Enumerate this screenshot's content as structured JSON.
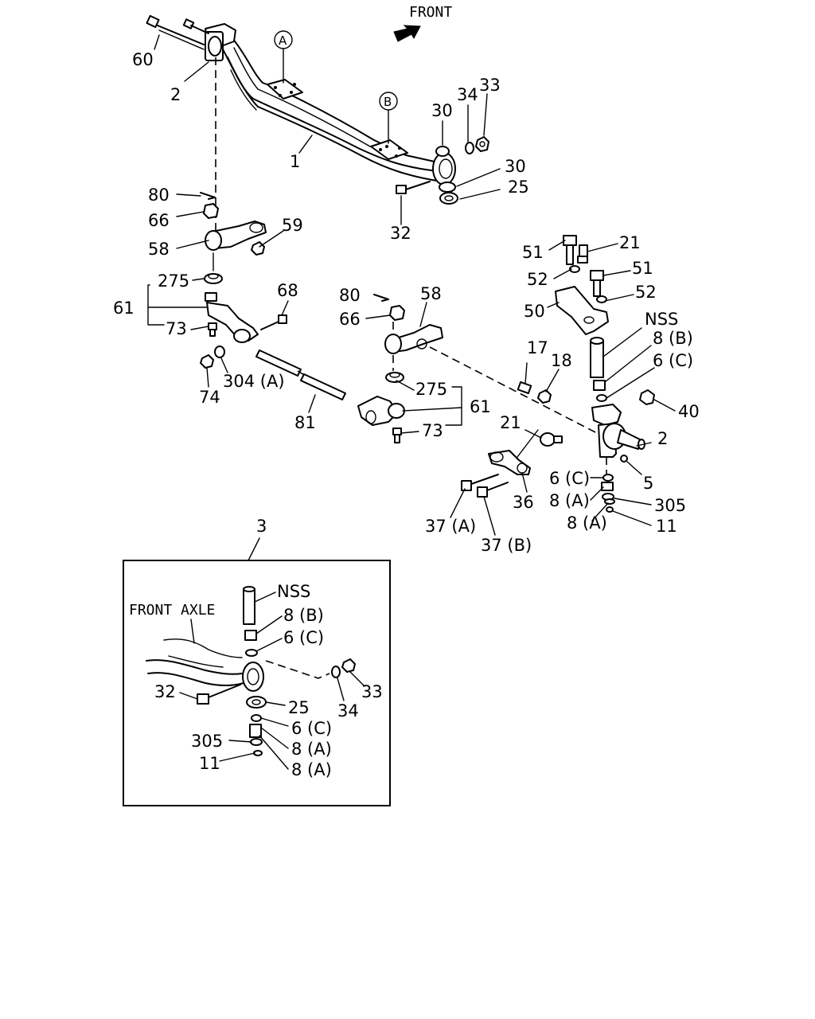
{
  "header": {
    "front_label": "FRONT"
  },
  "markers": {
    "a": "A",
    "b": "B"
  },
  "labels": [
    {
      "key": "l60",
      "text": "60"
    },
    {
      "key": "l2a",
      "text": "2"
    },
    {
      "key": "l1",
      "text": "1"
    },
    {
      "key": "l30a",
      "text": "30"
    },
    {
      "key": "l34a",
      "text": "34"
    },
    {
      "key": "l33a",
      "text": "33"
    },
    {
      "key": "l30b",
      "text": "30"
    },
    {
      "key": "l25a",
      "text": "25"
    },
    {
      "key": "l32a",
      "text": "32"
    },
    {
      "key": "l80a",
      "text": "80"
    },
    {
      "key": "l66a",
      "text": "66"
    },
    {
      "key": "l59",
      "text": "59"
    },
    {
      "key": "l58a",
      "text": "58"
    },
    {
      "key": "l275a",
      "text": "275"
    },
    {
      "key": "l61a",
      "text": "61"
    },
    {
      "key": "l73a",
      "text": "73"
    },
    {
      "key": "l68",
      "text": "68"
    },
    {
      "key": "l74",
      "text": "74"
    },
    {
      "key": "l304",
      "text": "304 (A)"
    },
    {
      "key": "l81",
      "text": "81"
    },
    {
      "key": "l80b",
      "text": "80"
    },
    {
      "key": "l58b",
      "text": "58"
    },
    {
      "key": "l66b",
      "text": "66"
    },
    {
      "key": "l275b",
      "text": "275"
    },
    {
      "key": "l61b",
      "text": "61"
    },
    {
      "key": "l73b",
      "text": "73"
    },
    {
      "key": "l51a",
      "text": "51"
    },
    {
      "key": "l21a",
      "text": "21"
    },
    {
      "key": "l51b",
      "text": "51"
    },
    {
      "key": "l52a",
      "text": "52"
    },
    {
      "key": "l52b",
      "text": "52"
    },
    {
      "key": "l50",
      "text": "50"
    },
    {
      "key": "lnssa",
      "text": "NSS"
    },
    {
      "key": "l8ba",
      "text": "8 (B)"
    },
    {
      "key": "l6ca",
      "text": "6 (C)"
    },
    {
      "key": "l17",
      "text": "17"
    },
    {
      "key": "l18",
      "text": "18"
    },
    {
      "key": "l40",
      "text": "40"
    },
    {
      "key": "l21b",
      "text": "21"
    },
    {
      "key": "l2b",
      "text": "2"
    },
    {
      "key": "l5",
      "text": "5"
    },
    {
      "key": "l6cb",
      "text": "6 (C)"
    },
    {
      "key": "l8aa",
      "text": "8 (A)"
    },
    {
      "key": "l305a",
      "text": "305"
    },
    {
      "key": "l8ab",
      "text": "8 (A)"
    },
    {
      "key": "l11a",
      "text": "11"
    },
    {
      "key": "l36",
      "text": "36"
    },
    {
      "key": "l37a",
      "text": "37 (A)"
    },
    {
      "key": "l37b",
      "text": "37 (B)"
    },
    {
      "key": "l3",
      "text": "3"
    }
  ],
  "inset": {
    "title": "FRONT  AXLE",
    "labels": [
      {
        "key": "nss",
        "text": "NSS"
      },
      {
        "key": "8b",
        "text": "8 (B)"
      },
      {
        "key": "6c",
        "text": "6 (C)"
      },
      {
        "key": "32",
        "text": "32"
      },
      {
        "key": "33",
        "text": "33"
      },
      {
        "key": "34",
        "text": "34"
      },
      {
        "key": "25",
        "text": "25"
      },
      {
        "key": "6c2",
        "text": "6 (C)"
      },
      {
        "key": "305",
        "text": "305"
      },
      {
        "key": "8a1",
        "text": "8 (A)"
      },
      {
        "key": "11",
        "text": "11"
      },
      {
        "key": "8a2",
        "text": "8 (A)"
      }
    ]
  }
}
